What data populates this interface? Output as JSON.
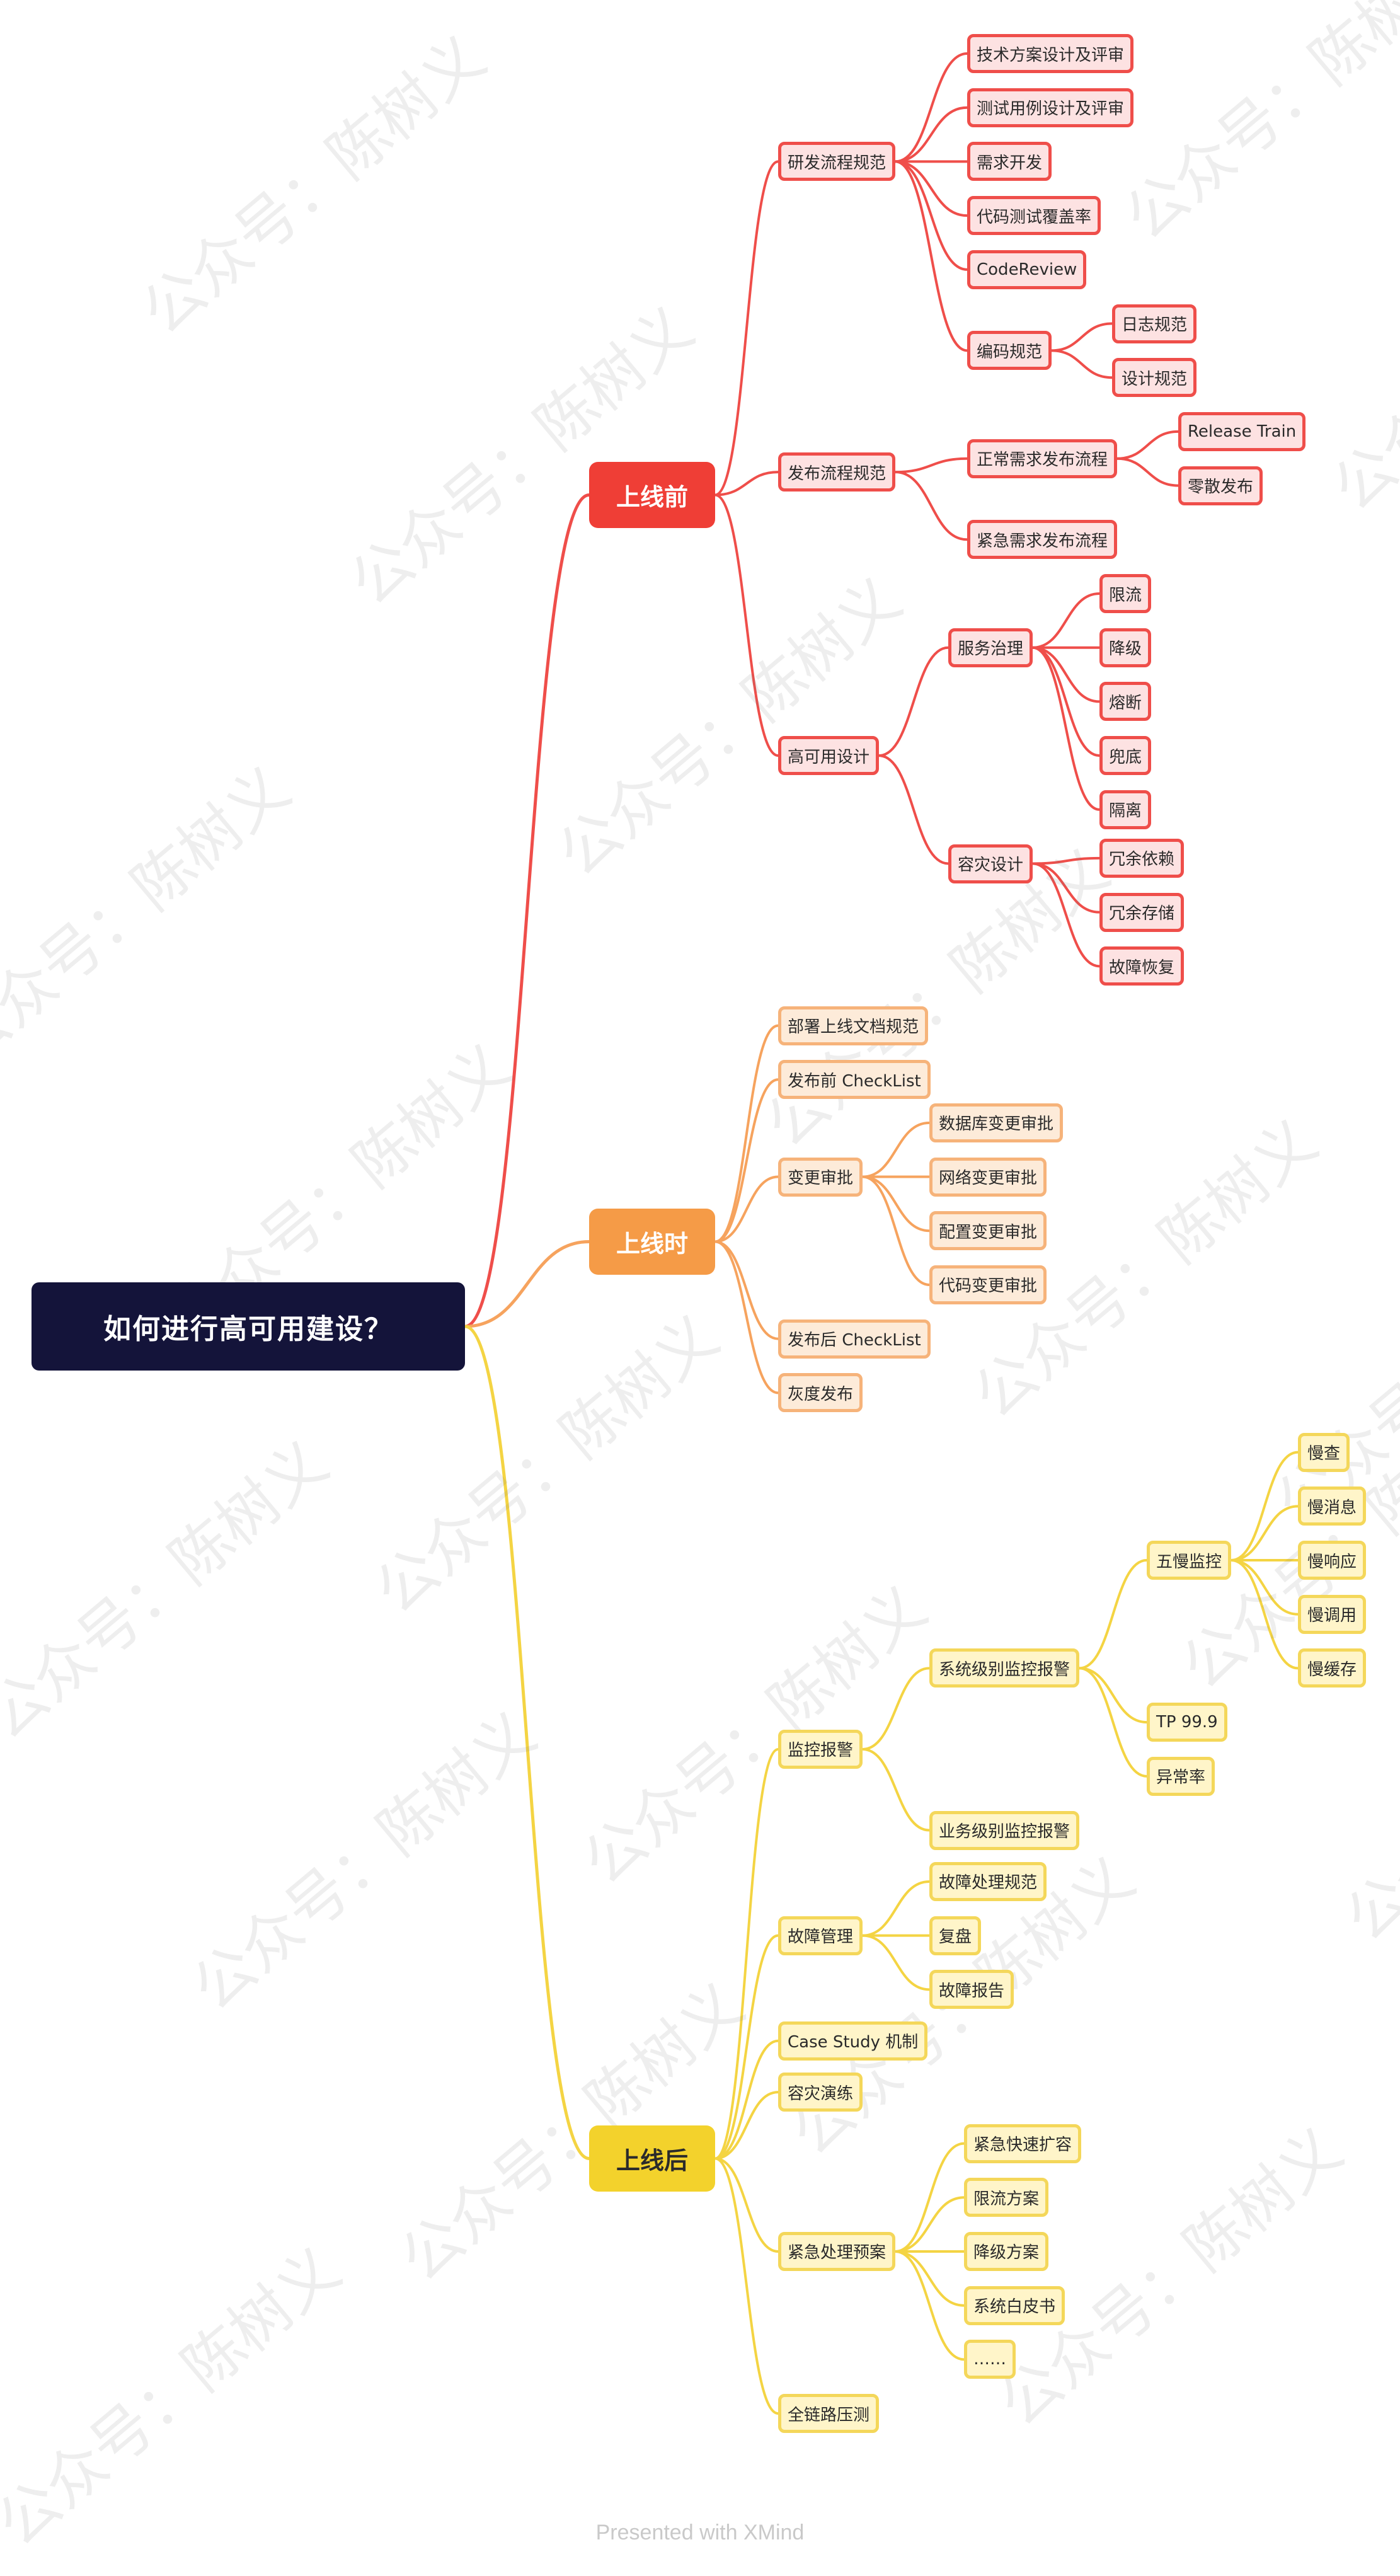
{
  "root": "如何进行高可用建设？",
  "colors": {
    "red": "#ef4e4a",
    "orange": "#f6a35e",
    "yellow": "#f4d443",
    "root": "#14143a"
  },
  "branches": [
    {
      "label": "上线前",
      "color": "red",
      "children": [
        {
          "label": "研发流程规范",
          "children": [
            {
              "label": "技术方案设计及评审"
            },
            {
              "label": "测试用例设计及评审"
            },
            {
              "label": "需求开发"
            },
            {
              "label": "代码测试覆盖率"
            },
            {
              "label": "CodeReview"
            },
            {
              "label": "编码规范",
              "children": [
                {
                  "label": "日志规范"
                },
                {
                  "label": "设计规范"
                }
              ]
            }
          ]
        },
        {
          "label": "发布流程规范",
          "children": [
            {
              "label": "正常需求发布流程",
              "children": [
                {
                  "label": "Release Train"
                },
                {
                  "label": "零散发布"
                }
              ]
            },
            {
              "label": "紧急需求发布流程"
            }
          ]
        },
        {
          "label": "高可用设计",
          "children": [
            {
              "label": "服务治理",
              "children": [
                {
                  "label": "限流"
                },
                {
                  "label": "降级"
                },
                {
                  "label": "熔断"
                },
                {
                  "label": "兜底"
                },
                {
                  "label": "隔离"
                }
              ]
            },
            {
              "label": "容灾设计",
              "children": [
                {
                  "label": "冗余依赖"
                },
                {
                  "label": "冗余存储"
                },
                {
                  "label": "故障恢复"
                }
              ]
            }
          ]
        }
      ]
    },
    {
      "label": "上线时",
      "color": "orange",
      "children": [
        {
          "label": "部署上线文档规范"
        },
        {
          "label": "发布前 CheckList"
        },
        {
          "label": "变更审批",
          "children": [
            {
              "label": "数据库变更审批"
            },
            {
              "label": "网络变更审批"
            },
            {
              "label": "配置变更审批"
            },
            {
              "label": "代码变更审批"
            }
          ]
        },
        {
          "label": "发布后 CheckList"
        },
        {
          "label": "灰度发布"
        }
      ]
    },
    {
      "label": "上线后",
      "color": "yellow",
      "children": [
        {
          "label": "监控报警",
          "children": [
            {
              "label": "系统级别监控报警",
              "children": [
                {
                  "label": "五慢监控",
                  "children": [
                    {
                      "label": "慢查"
                    },
                    {
                      "label": "慢消息"
                    },
                    {
                      "label": "慢响应"
                    },
                    {
                      "label": "慢调用"
                    },
                    {
                      "label": "慢缓存"
                    }
                  ]
                },
                {
                  "label": "TP 99.9"
                },
                {
                  "label": "异常率"
                }
              ]
            },
            {
              "label": "业务级别监控报警"
            }
          ]
        },
        {
          "label": "故障管理",
          "children": [
            {
              "label": "故障处理规范"
            },
            {
              "label": "复盘"
            },
            {
              "label": "故障报告"
            }
          ]
        },
        {
          "label": "Case Study 机制"
        },
        {
          "label": "容灾演练"
        },
        {
          "label": "紧急处理预案",
          "children": [
            {
              "label": "紧急快速扩容"
            },
            {
              "label": "限流方案"
            },
            {
              "label": "降级方案"
            },
            {
              "label": "系统白皮书"
            },
            {
              "label": "……"
            }
          ]
        },
        {
          "label": "全链路压测"
        }
      ]
    }
  ],
  "watermark": "公众号：陈树义",
  "footer": "Presented with XMind"
}
